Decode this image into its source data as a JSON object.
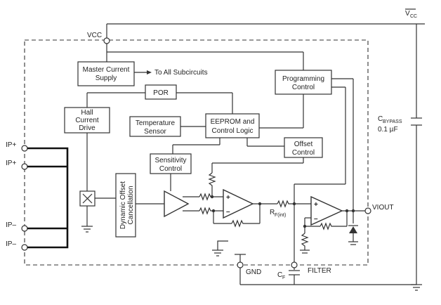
{
  "diagram": {
    "labels": {
      "vcc_right_main": "V",
      "vcc_right_sub": "CC",
      "vcc_top": "VCC",
      "master_current_1": "Master Current",
      "master_current_2": "Supply",
      "to_all_subcircuits": "To All Subcircuits",
      "por": "POR",
      "programming_1": "Programming",
      "programming_2": "Control",
      "hall_1": "Hall",
      "hall_2": "Current",
      "hall_3": "Drive",
      "temp_1": "Temperature",
      "temp_2": "Sensor",
      "eeprom_1": "EEPROM and",
      "eeprom_2": "Control Logic",
      "offset_1": "Offset",
      "offset_2": "Control",
      "sens_1": "Sensitivity",
      "sens_2": "Control",
      "dynamic_1": "Dynamic Offset",
      "dynamic_2": "Cancellation",
      "ip_plus_1": "IP+",
      "ip_plus_2": "IP+",
      "ip_minus_1": "IP–",
      "ip_minus_2": "IP–",
      "rf_main": "R",
      "rf_sub": "F(int)",
      "viout": "VIOUT",
      "gnd": "GND",
      "filter": "FILTER",
      "cf_main": "C",
      "cf_sub": "F",
      "cbypass_main": "C",
      "cbypass_sub": "BYPASS",
      "cbypass_value": "0.1 µF",
      "opamp1_plus": "+",
      "opamp1_minus": "–",
      "opamp2_plus": "+",
      "opamp2_minus": "–"
    },
    "icons": {
      "hall_element": "hall-sensor-x-icon",
      "ground": "ground-icon",
      "resistor": "resistor-zigzag-icon",
      "opamp": "op-amp-triangle-icon",
      "diode": "zener-diode-icon",
      "capacitor": "capacitor-icon"
    }
  }
}
